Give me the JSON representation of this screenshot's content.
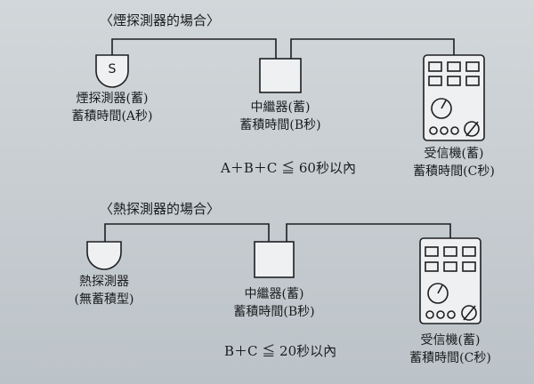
{
  "smoke": {
    "title": "〈煙探測器的場合〉",
    "sensor_mark": "S",
    "detector_label_1": "煙探測器(蓄)",
    "detector_label_2": "蓄積時間(A秒)",
    "relay_label_1": "中繼器(蓄)",
    "relay_label_2": "蓄積時間(B秒)",
    "receiver_label_1": "受信機(蓄)",
    "receiver_label_2": "蓄積時間(C秒)",
    "formula": "A＋B＋C ≦ 60秒以內"
  },
  "heat": {
    "title": "〈熱探測器的場合〉",
    "detector_label_1": "熱探測器",
    "detector_label_2": "(無蓄積型)",
    "relay_label_1": "中繼器(蓄)",
    "relay_label_2": "蓄積時間(B秒)",
    "receiver_label_1": "受信機(蓄)",
    "receiver_label_2": "蓄積時間(C秒)",
    "formula": "B＋C ≦ 20秒以內"
  }
}
